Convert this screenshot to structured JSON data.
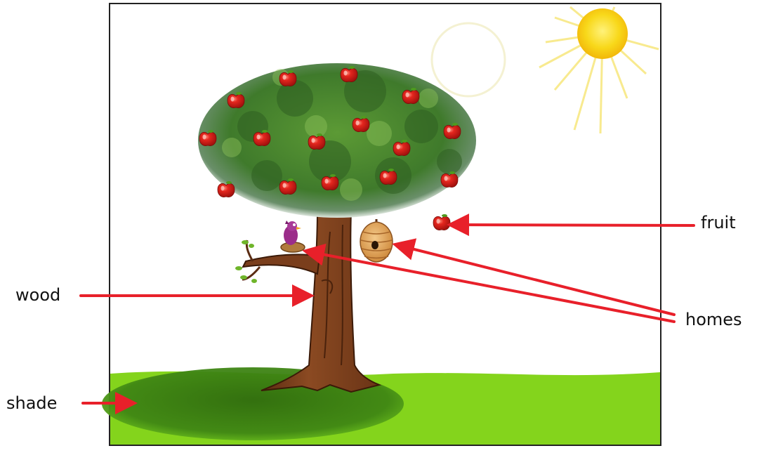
{
  "labels": {
    "wood": "wood",
    "shade": "shade",
    "fruit": "fruit",
    "homes": "homes"
  },
  "colors": {
    "arrow": "#e8202a",
    "sky": "#ffffff",
    "grass": "#84d41c",
    "shadow": "#3f7d12",
    "foliage": "#4e8a2c",
    "trunk": "#7a3e1c",
    "apple": "#d8201c",
    "sun": "#f6d10f",
    "hive": "#e3a55a",
    "bird": "#9b2d8a"
  },
  "icons": [
    "sun-icon",
    "apple-icon",
    "beehive-icon",
    "bird-icon",
    "nest-icon"
  ]
}
